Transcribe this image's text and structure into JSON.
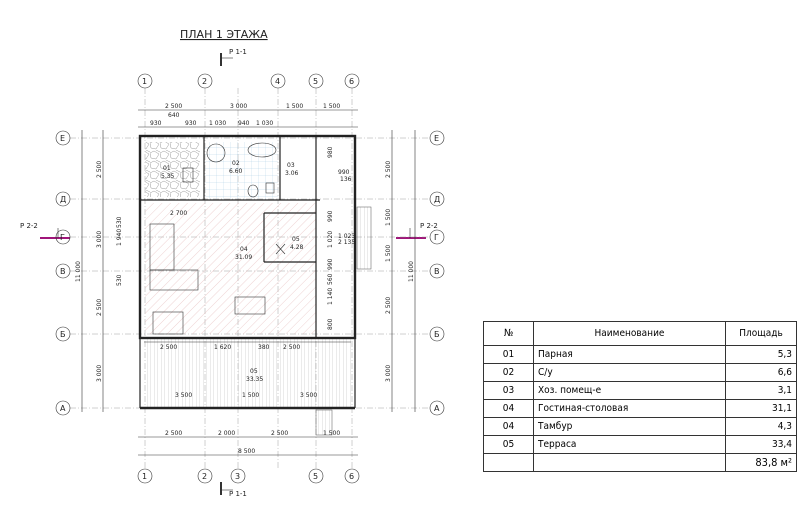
{
  "plan": {
    "title": "ПЛАН 1 ЭТАЖА",
    "section_labels": {
      "top": "Р 1-1",
      "bottom": "Р 1-1",
      "left": "Р 2-2",
      "right": "Р 2-2"
    },
    "axes_vertical": [
      "1",
      "2",
      "3",
      "4",
      "5",
      "6"
    ],
    "axes_horizontal": [
      "Е",
      "Д",
      "Г",
      "В",
      "Б",
      "А"
    ],
    "dims_top_1": [
      "2 500",
      "3 000",
      "1 500",
      "1 500"
    ],
    "dims_top_2": [
      "930",
      "640",
      "930",
      "1 030",
      "940",
      "1 030"
    ],
    "dims_bottom_1": [
      "2 500",
      "2 000",
      "2 500",
      "1 500"
    ],
    "dims_bottom_total": "8 500",
    "dims_left": [
      "2 500",
      "3 000",
      "1 940",
      "530",
      "530",
      "2 500",
      "3 000"
    ],
    "dims_left_total": "11 000",
    "dims_right": [
      "2 500",
      "1 500",
      "1 500",
      "2 500",
      "3 000"
    ],
    "dims_right_total": "11 000",
    "dims_interior": [
      "980",
      "990",
      "136",
      "990",
      "1 020",
      "2 135",
      "990",
      "560",
      "1 140",
      "800",
      "2 500",
      "1 620",
      "380",
      "2 500",
      "3 500",
      "1 500",
      "3 500",
      "2 700",
      "1 023"
    ],
    "rooms": [
      {
        "num": "01",
        "area": "5.35"
      },
      {
        "num": "02",
        "area": "6.60"
      },
      {
        "num": "03",
        "area": "3.06"
      },
      {
        "num": "04",
        "area": "31.09"
      },
      {
        "num": "05",
        "area": "4.28"
      },
      {
        "num": "05",
        "area": "33.35"
      }
    ]
  },
  "table": {
    "headers": [
      "№",
      "Наименование",
      "Площадь"
    ],
    "rows": [
      [
        "01",
        "Парная",
        "5,3"
      ],
      [
        "02",
        "С/у",
        "6,6"
      ],
      [
        "03",
        "Хоз. помещ-е",
        "3,1"
      ],
      [
        "04",
        "Гостиная-столовая",
        "31,1"
      ],
      [
        "04",
        "Тамбур",
        "4,3"
      ],
      [
        "05",
        "Терраса",
        "33,4"
      ]
    ],
    "total": "83,8 м²"
  },
  "colors": {
    "line": "#222222",
    "section_mark": "#a0157a",
    "hatch_floor": "#e8b6b6",
    "stone": "#999999"
  }
}
